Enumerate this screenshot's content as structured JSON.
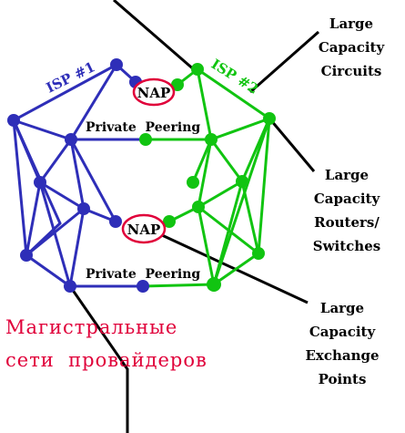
{
  "colors": {
    "isp1": "#2e2eb8",
    "isp2": "#11c411",
    "nap_ring": "#e0003a",
    "russian_text": "#e0003a",
    "callout_line": "#000000"
  },
  "networks": {
    "isp1_label": "ISP #1",
    "isp2_label": "ISP #2"
  },
  "exchange_points": {
    "nap_top": "NAP",
    "nap_bottom": "NAP"
  },
  "peering": {
    "top": "Private  Peering",
    "bottom": "Private  Peering"
  },
  "callouts": {
    "circuits": [
      "Large",
      "Capacity",
      "Circuits"
    ],
    "routers": [
      "Large",
      "Capacity",
      "Routers/",
      "Switches"
    ],
    "exchange": [
      "Large",
      "Capacity",
      "Exchange",
      "Points"
    ]
  },
  "russian_caption": [
    "Магистральные",
    "сети  провайдеров"
  ]
}
